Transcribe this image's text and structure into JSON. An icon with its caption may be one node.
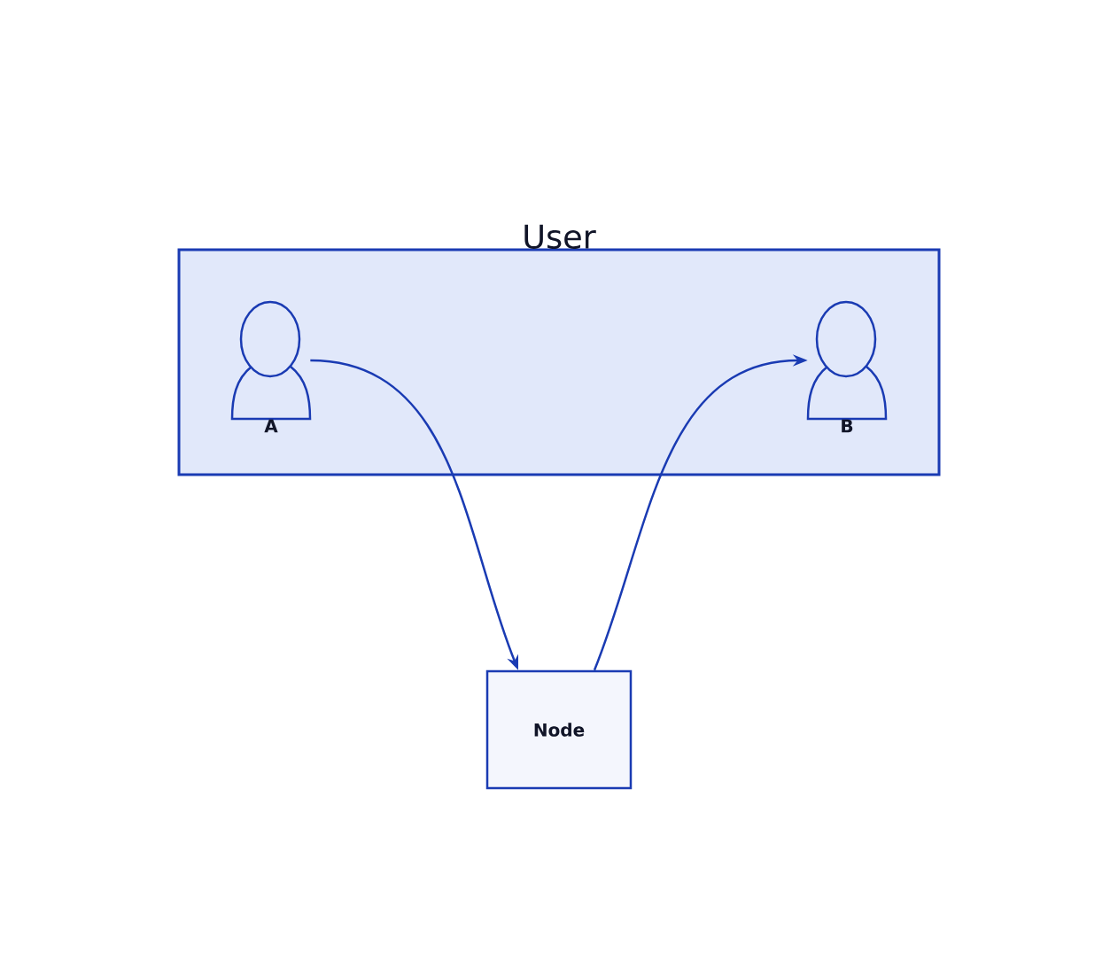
{
  "diagram": {
    "nodes": [
      {
        "text": [
          "User"
        ]
      },
      {
        "text": [
          "A"
        ],
        "in": 0
      },
      {
        "text": [
          "B"
        ],
        "in": 0
      },
      {
        "text": [
          "Node"
        ]
      }
    ],
    "edges": [
      {
        "from": 1,
        "to": 3,
        "arrow": "to"
      },
      {
        "from": 3,
        "to": 2,
        "arrow": "to"
      }
    ]
  }
}
